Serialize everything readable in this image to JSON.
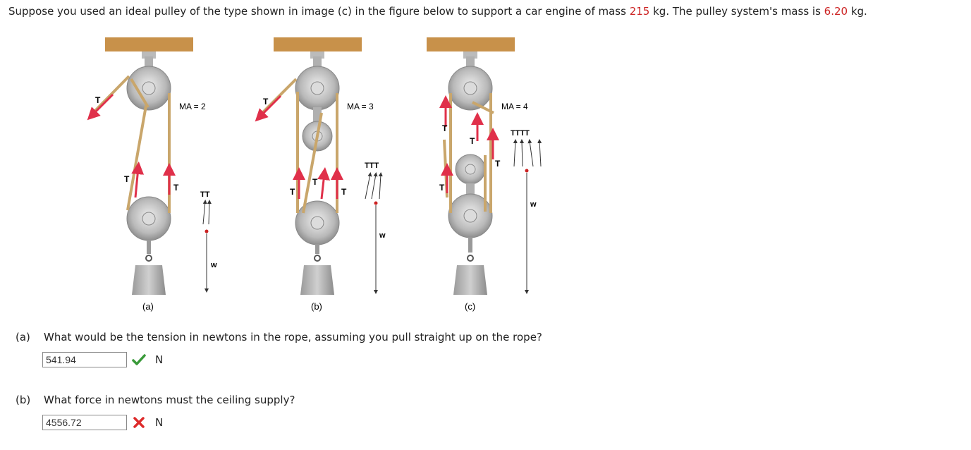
{
  "intro": {
    "prefix": "Suppose you used an ideal pulley of the type shown in image (c) in the figure below to support a car engine of mass ",
    "engine_mass": "215",
    "middle": " kg. The pulley system's mass is ",
    "pulley_mass": "6.20",
    "suffix": " kg."
  },
  "figure": {
    "a": {
      "caption": "(a)",
      "ma": "MA = 2",
      "tension_labels": "TT",
      "weight": "w"
    },
    "b": {
      "caption": "(b)",
      "ma": "MA = 3",
      "tension_labels": "TTT",
      "weight": "w"
    },
    "c": {
      "caption": "(c)",
      "ma": "MA = 4",
      "tension_labels": "TTTT",
      "weight": "w"
    },
    "t": "T"
  },
  "questions": [
    {
      "part": "(a)",
      "text": "What would be the tension in newtons in the rope, assuming you pull straight up on the rope?",
      "answer": "541.94",
      "status": "correct",
      "unit": "N"
    },
    {
      "part": "(b)",
      "text": "What force in newtons must the ceiling supply?",
      "answer": "4556.72",
      "status": "incorrect",
      "unit": "N"
    }
  ],
  "colors": {
    "highlight": "#cc2222",
    "correct": "#3a9a3a",
    "incorrect": "#dd2a2a",
    "ceiling": "#c8914a",
    "rope": "#c9a66b",
    "arrow": "#e0304a"
  }
}
